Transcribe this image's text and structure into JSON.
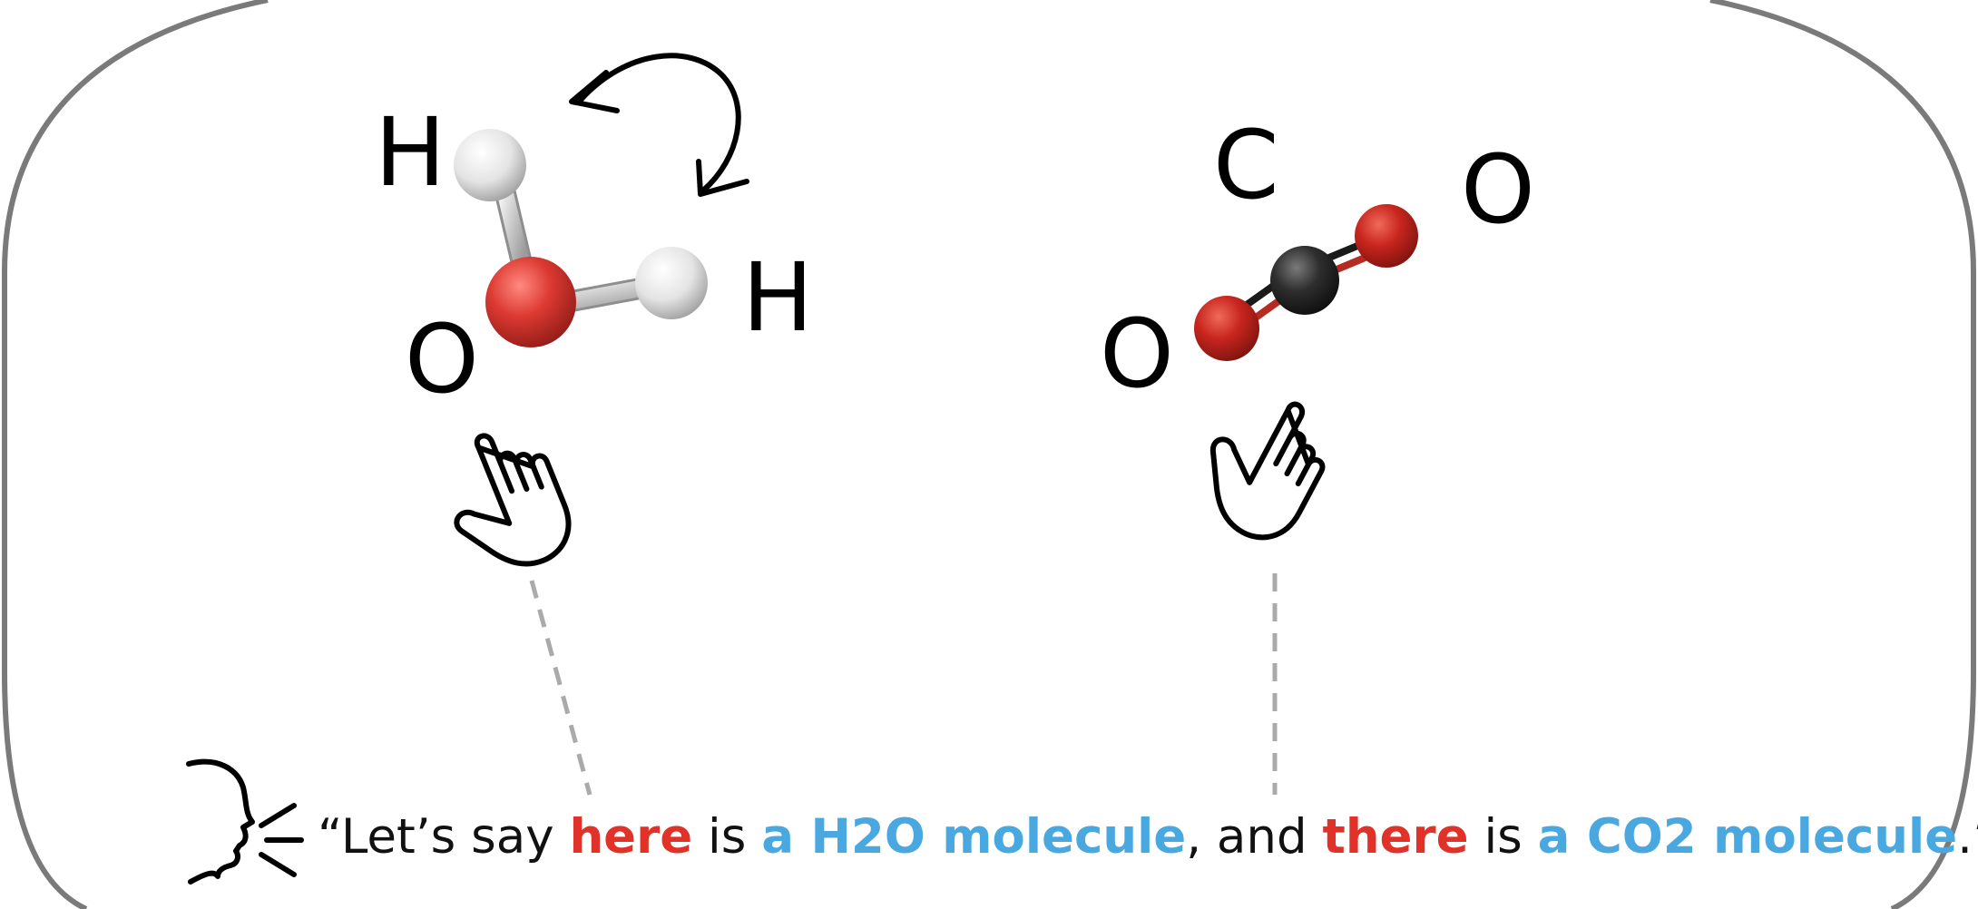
{
  "molecules": {
    "left": {
      "atom_labels": [
        "H",
        "H",
        "O"
      ]
    },
    "right": {
      "atom_labels": [
        "C",
        "O",
        "O"
      ]
    }
  },
  "caption": {
    "open_quote": "“",
    "part1": "Let’s say ",
    "deictic1": "here",
    "part2": " is ",
    "object1": "a H2O molecule",
    "part3": ", and ",
    "deictic2": "there",
    "part4": " is ",
    "object2": "a CO2 molecule",
    "close": ".”"
  },
  "colors": {
    "deictic": "#e03228",
    "object": "#4aa8e0",
    "oxygen": "#d83030",
    "carbon": "#2a2a2a",
    "hydrogen": "#e8e8e8",
    "frame": "#777777",
    "guide": "#aaaaaa"
  },
  "icons": [
    "speaking-head-icon",
    "pointing-hand-icon",
    "pointing-up-hand-icon",
    "rotate-arrow-icon"
  ]
}
